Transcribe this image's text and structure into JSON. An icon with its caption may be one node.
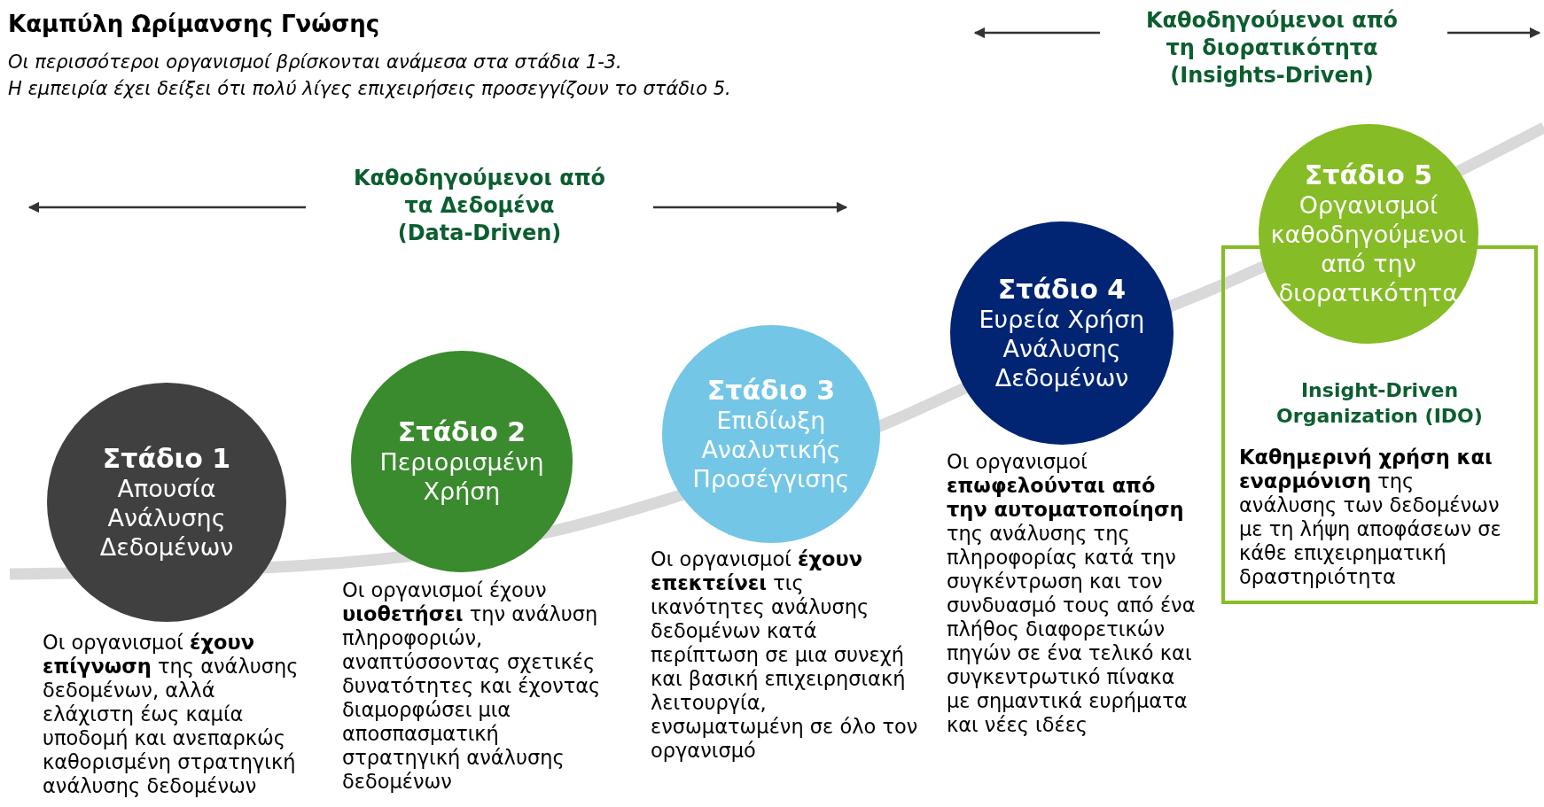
{
  "diagram": {
    "title": "Καμπύλη Ωρίμανσης Γνώσης",
    "nodes": [
      {
        "text": [
          "Στάδιο 1",
          "Απουσία Ανάλυσης Δεδομένων"
        ],
        "beside": [
          "Οι οργανισμοί **έχουν επίγνωση** της ανάλυσης δεδομένων, αλλά ελάχιστη έως καμία υποδομή και ανεπαρκώς καθορισμένη στρατηγική ανάλυσης δεδομένων"
        ]
      },
      {
        "text": [
          "Στάδιο 2",
          "Περιορισμένη Χρήση"
        ],
        "beside": [
          "Οι οργανισμοί έχουν **υιοθετήσει** την ανάλυση πληροφοριών, αναπτύσσοντας σχετικές δυνατότητες και έχοντας διαμορφώσει μια αποσπασματική στρατηγική ανάλυσης δεδομένων"
        ]
      },
      {
        "text": [
          "Στάδιο 3",
          "Επιδίωξη Αναλυτικής Προσέγγισης"
        ],
        "beside": [
          "Οι οργανισμοί **έχουν επεκτείνει** τις ικανότητες ανάλυσης δεδομένων κατά περίπτωση σε μια συνεχή και βασική επιχειρησιακή λειτουργία, ενσωματωμένη σε όλο τον οργανισμό"
        ]
      },
      {
        "text": [
          "Στάδιο 4",
          "Ευρεία Χρήση Ανάλυσης Δεδομένων"
        ],
        "beside": [
          "Οι οργανισμοί **επωφελούνται από την αυτοματοποίηση** της ανάλυσης της πληροφορίας κατά την συγκέντρωση και τον συνδυασμό τους από ένα πλήθος διαφορετικών πηγών σε ένα τελικό και συγκεντρωτικό πίνακα με σημαντικά ευρήματα και νέες ιδέες"
        ]
      },
      {
        "text": [
          "Στάδιο 5",
          "Οργανισμοί καθοδηγούμενοι από την διορατικότητα"
        ]
      },
      {
        "text": [
          "Insight-Driven Organization (IDO)",
          "**Καθημερινή χρήση και εναρμόνιση** της ανάλυσης των δεδομένων με τη λήψη αποφάσεων σε κάθε επιχειρηματική δραστηριότητα"
        ]
      }
    ],
    "labels": [
      "Οι περισσότεροι οργανισμοί βρίσκονται ανάμεσα στα στάδια 1-3.",
      "Η εμπειρία έχει δείξει ότι πολύ λίγες επιχειρήσεις προσεγγίζουν το στάδιο 5.",
      "Καθοδηγούμενοι από τα Δεδομένα (Data-Driven)",
      "Καθοδηγούμενοι από τη διορατικότητα (Insights-Driven)"
    ]
  }
}
